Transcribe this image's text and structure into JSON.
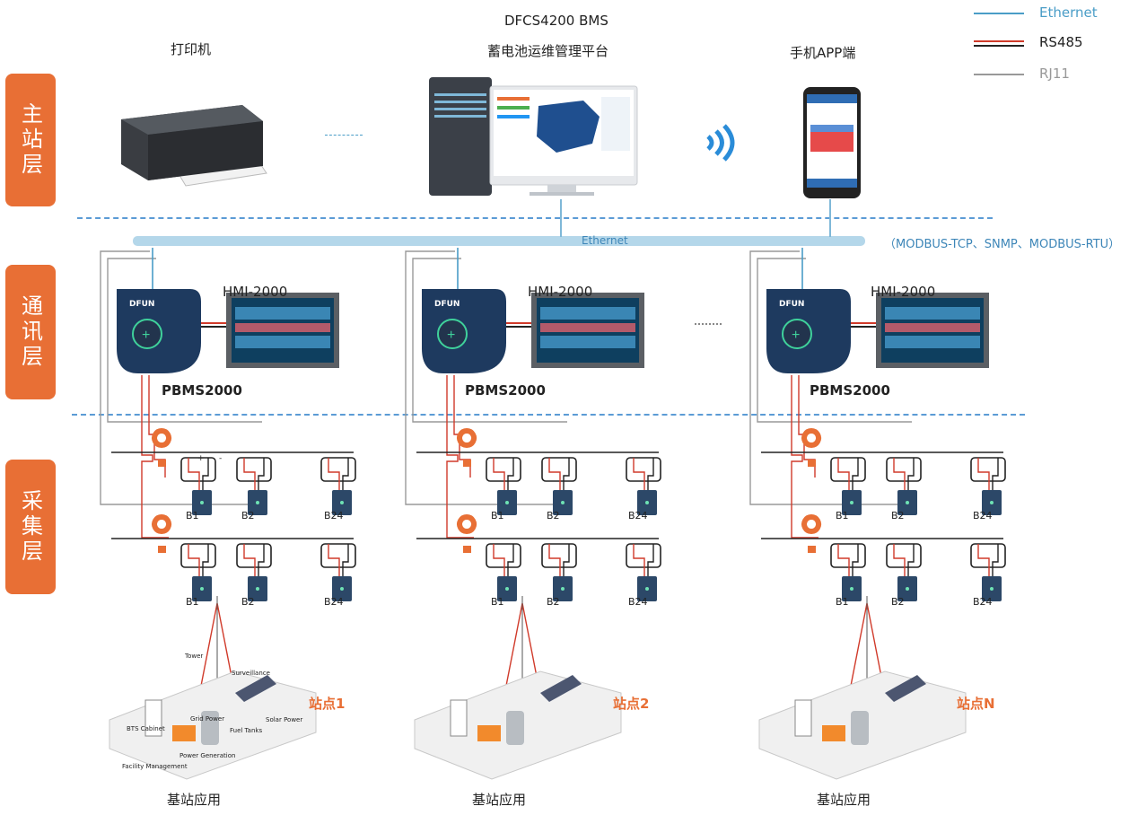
{
  "legend": {
    "ethernet": {
      "label": "Ethernet",
      "color": "#4a9dc7"
    },
    "rs485": {
      "label": "RS485",
      "color": "#d03a2a"
    },
    "rj11": {
      "label": "RJ11",
      "color": "#999999"
    }
  },
  "layers": [
    "主站层",
    "通讯层",
    "采集层"
  ],
  "master": {
    "printer_label": "打印机",
    "platform_title": "DFCS4200 BMS",
    "platform_subtitle": "蓄电池运维管理平台",
    "phone_label": "手机APP端"
  },
  "bus": {
    "label": "Ethernet",
    "protocols": "（MODBUS-TCP、SNMP、MODBUS-RTU）"
  },
  "devices": {
    "hmi_label": "HMI-2000",
    "pbms_label": "PBMS2000",
    "brand": "DFUN"
  },
  "battery_labels": [
    "B1",
    "B2",
    "B24"
  ],
  "battery_polarity": [
    "+",
    "-"
  ],
  "site_parts": [
    "Tower",
    "Surveillance",
    "BTS Cabinet",
    "Grid Power",
    "Solar Power",
    "Fuel Tanks",
    "Power Generation",
    "Facility Management"
  ],
  "sites": [
    {
      "name": "站点1",
      "caption": "基站应用"
    },
    {
      "name": "站点2",
      "caption": "基站应用"
    },
    {
      "name": "站点N",
      "caption": "基站应用"
    }
  ],
  "colors": {
    "accent": "#e86f35",
    "dash": "#5b9bd5",
    "bus": "#b4d7ea",
    "device": "#1e3a5f"
  }
}
